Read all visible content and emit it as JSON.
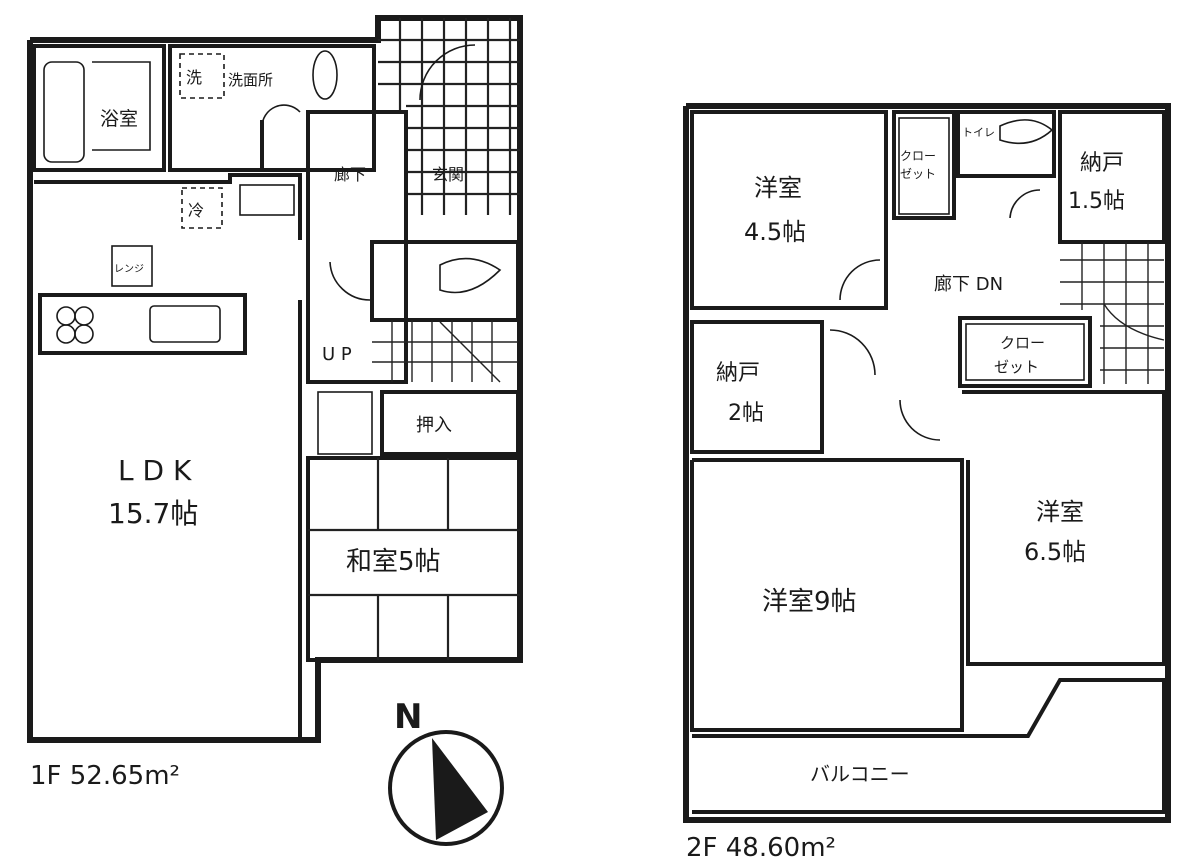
{
  "floor1": {
    "area_label": "1F 52.65m²",
    "rooms": {
      "bath": "浴室",
      "wash_machine": "洗",
      "washroom": "洗面所",
      "fridge": "冷",
      "range": "レンジ",
      "ldk_name": "L D K",
      "ldk_size": "15.7帖",
      "hall": "廊下",
      "entrance": "玄関",
      "up": "U P",
      "closet": "押入",
      "washitsu": "和室5帖"
    }
  },
  "floor2": {
    "area_label": "2F 48.60m²",
    "rooms": {
      "room_a_name": "洋室",
      "room_a_size": "4.5帖",
      "closet_top_1": "クロー",
      "closet_top_2": "ゼット",
      "toilet": "トイレ",
      "storage_a_name": "納戸",
      "storage_a_size": "1.5帖",
      "hall_dn": "廊下 DN",
      "storage_b_name": "納戸",
      "storage_b_size": "2帖",
      "closet_mid_1": "クロー",
      "closet_mid_2": "ゼット",
      "room_b_name": "洋室",
      "room_b_size": "6.5帖",
      "room_c": "洋室9帖",
      "balcony": "バルコニー"
    }
  },
  "compass": {
    "label": "N"
  }
}
